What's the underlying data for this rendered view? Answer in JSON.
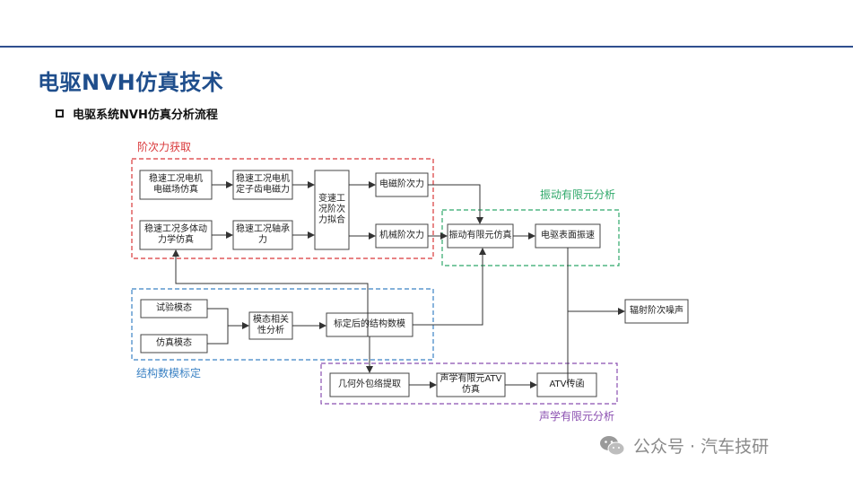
{
  "page": {
    "title": "电驱NVH仿真技术",
    "subtitle": "电驱系统NVH仿真分析流程"
  },
  "groups": {
    "order": "阶次力获取",
    "vibration": "振动有限元分析",
    "structure": "结构数模标定",
    "acoustic": "声学有限元分析"
  },
  "nodes": {
    "n1": "稳速工况电机\n电磁场仿真",
    "n2": "稳速工况电机\n定子齿电磁力",
    "n3": "稳速工况多体动\n力学仿真",
    "n4": "稳速工况轴承\n力",
    "n5": "变速工\n况阶次\n力拟合",
    "n6": "电磁阶次力",
    "n7": "机械阶次力",
    "n8": "振动有限元仿真",
    "n9": "电驱表面振速",
    "n10": "辐射阶次噪声",
    "n11": "试验模态",
    "n12": "仿真模态",
    "n13": "模态相关\n性分析",
    "n14": "标定后的结构数模",
    "n15": "几何外包络提取",
    "n16": "声学有限元ATV\n仿真",
    "n17": "ATV传函"
  },
  "watermark": {
    "icon": "wechat-icon",
    "text": "公众号 · 汽车技研"
  },
  "colors": {
    "title": "#1f4e8c",
    "order_group": "#d9383a",
    "vibration_group": "#2fa86a",
    "structure_group": "#3b82c4",
    "acoustic_group": "#8a4fb0"
  }
}
